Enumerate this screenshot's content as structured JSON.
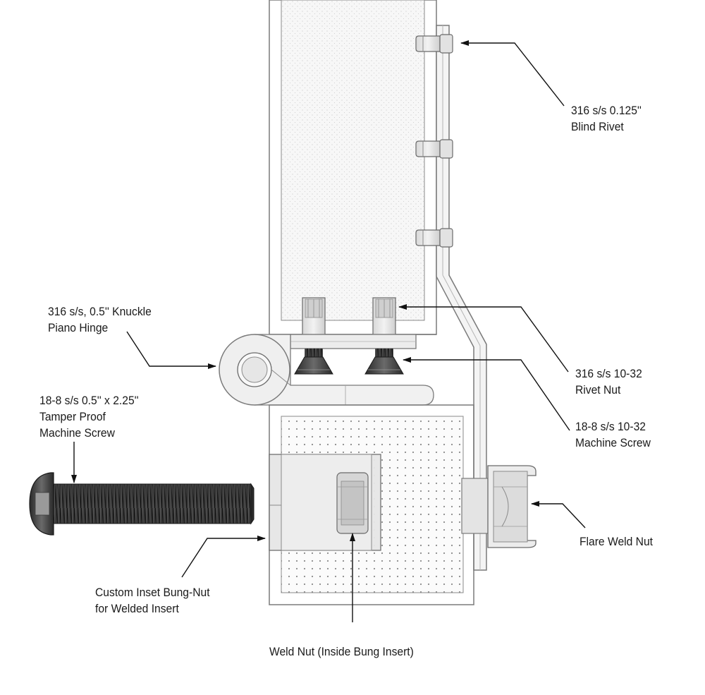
{
  "callouts": {
    "blind_rivet": {
      "line1": "316 s/s 0.125''",
      "line2": "Blind Rivet"
    },
    "piano_hinge": {
      "line1": "316 s/s, 0.5'' Knuckle",
      "line2": "Piano Hinge"
    },
    "tamper_screw": {
      "line1": "18-8 s/s 0.5'' x 2.25''",
      "line2": "Tamper Proof",
      "line3": "Machine Screw"
    },
    "rivet_nut": {
      "line1": "316 s/s 10-32",
      "line2": "Rivet Nut"
    },
    "machine_screw": {
      "line1": "18-8 s/s 10-32",
      "line2": "Machine Screw"
    },
    "flare_weld_nut": {
      "line1": "Flare Weld Nut"
    },
    "bung_nut": {
      "line1": "Custom Inset Bung-Nut",
      "line2": "for Welded Insert"
    },
    "weld_nut": {
      "line1": "Weld Nut (Inside Bung Insert)"
    }
  },
  "colors": {
    "ink": "#1a1a1a",
    "outline": "#7a7a7a",
    "fill_light": "#ececec",
    "fill_mid": "#d4d4d4",
    "screw_dark": "#2c2c2c"
  }
}
